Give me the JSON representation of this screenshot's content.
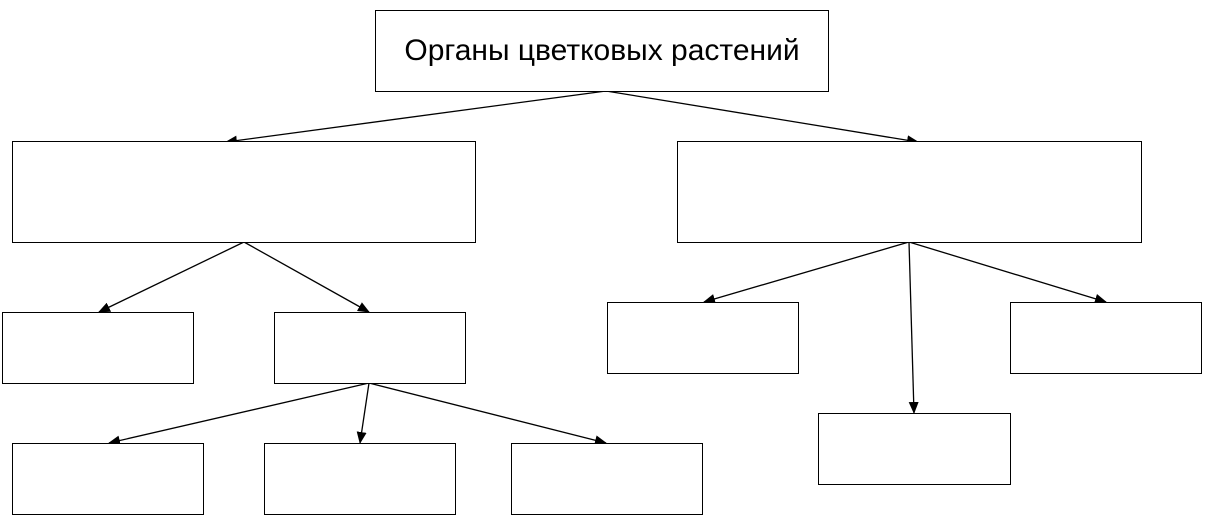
{
  "diagram": {
    "root": {
      "label": "Органы цветковых растений"
    },
    "level1": [
      {
        "id": "left-branch",
        "label": ""
      },
      {
        "id": "right-branch",
        "label": ""
      }
    ],
    "left_children": [
      {
        "id": "left-child-1",
        "label": ""
      },
      {
        "id": "left-child-2",
        "label": ""
      }
    ],
    "left_grandchildren": [
      {
        "id": "grandchild-1",
        "label": ""
      },
      {
        "id": "grandchild-2",
        "label": ""
      },
      {
        "id": "grandchild-3",
        "label": ""
      }
    ],
    "right_children": [
      {
        "id": "right-child-1",
        "label": ""
      },
      {
        "id": "right-child-2",
        "label": ""
      },
      {
        "id": "right-child-3",
        "label": ""
      }
    ]
  }
}
